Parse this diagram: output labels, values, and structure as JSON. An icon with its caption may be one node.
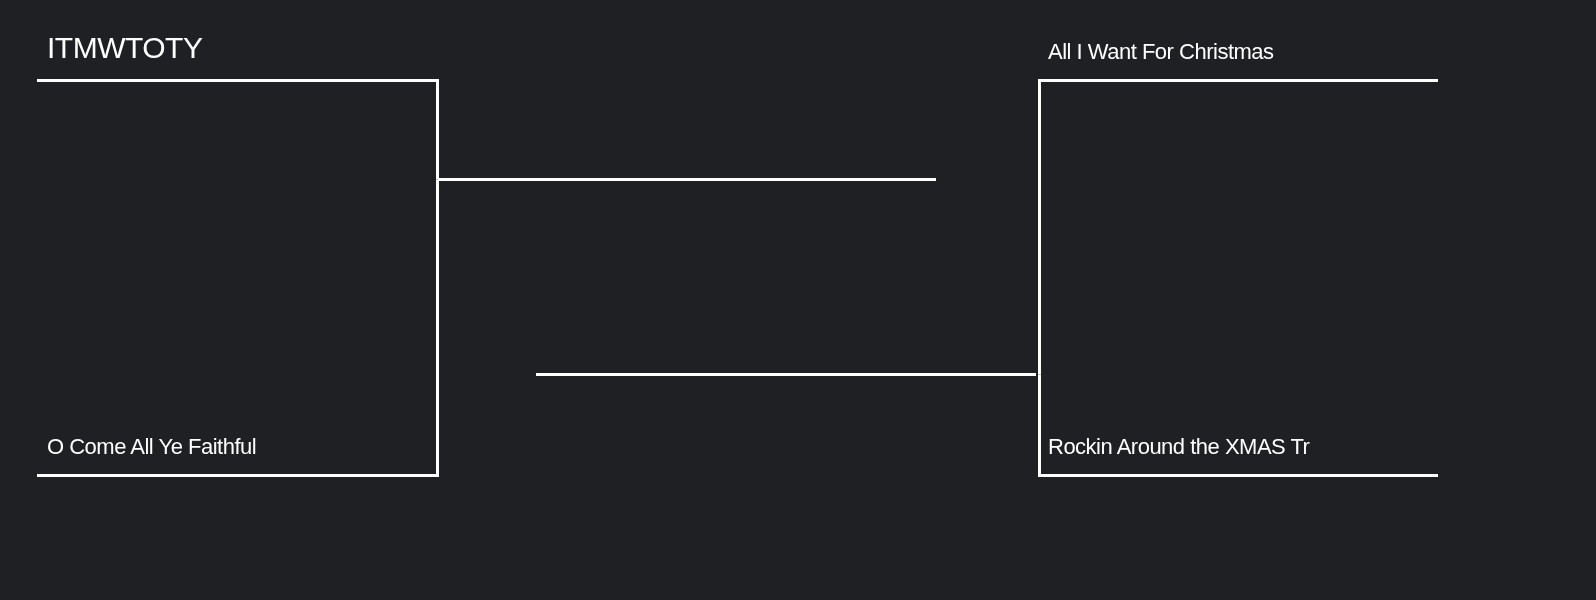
{
  "diagram": {
    "nodes": [
      {
        "text": [
          "ITMWTOTY"
        ]
      },
      {
        "text": [
          "O Come All Ye Faithful"
        ]
      },
      {
        "text": [],
        "shape": "bar"
      },
      {
        "text": [
          "All I Want For Christmas"
        ]
      },
      {
        "text": [
          "Rockin Around the XMAS Tr"
        ]
      },
      {
        "text": [],
        "shape": "bar"
      }
    ],
    "edges": [
      {
        "from": 0,
        "to": 2,
        "arrow": "none"
      },
      {
        "from": 1,
        "to": 2,
        "arrow": "none"
      },
      {
        "from": 3,
        "to": 5,
        "arrow": "none"
      },
      {
        "from": 4,
        "to": 5,
        "arrow": "none"
      }
    ]
  }
}
